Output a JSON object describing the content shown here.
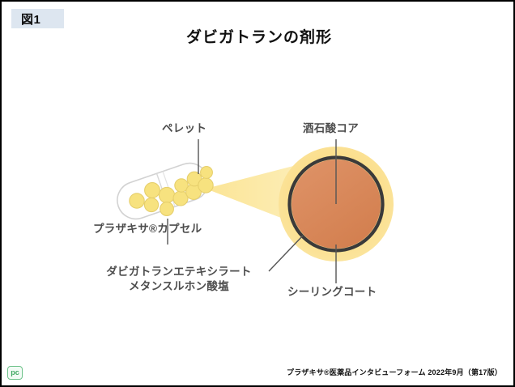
{
  "figure": {
    "badge_label": "図1",
    "title": "ダビガトランの剤形"
  },
  "labels": {
    "pellet": "ペレット",
    "capsule": "プラザキサ®カプセル",
    "dabigatran_line1": "ダビガトランエテキシラート",
    "dabigatran_line2": "メタンスルホン酸塩",
    "tartaric_core": "酒石酸コア",
    "sealing_coat": "シーリングコート"
  },
  "footer": {
    "source": "プラザキサ®医薬品インタビューフォーム  2022年9月（第17版）",
    "logo_text": "pc"
  },
  "colors": {
    "badge_background": "#dde6f0",
    "pellet_fill": "#f7e27f",
    "pellet_stroke": "#e0c95f",
    "capsule_stroke": "#d6d6d6",
    "beam_fill": "#fbe38f",
    "sphere_glow": "#fbdf8e",
    "sphere_ring": "#3a3a3a",
    "core_fill": "#d9875a",
    "leader_line": "#555555",
    "label_text": "#4d4d4d",
    "logo_green": "#3fa862"
  },
  "diagram": {
    "type": "schematic",
    "description": "ダビガトランエテキシラートカプセル製剤の断面模式図",
    "parts": [
      {
        "name": "ペレット",
        "shape": "small-sphere",
        "count_visible": 11
      },
      {
        "name": "プラザキサ®カプセル",
        "shape": "capsule-shell"
      },
      {
        "name": "酒石酸コア",
        "shape": "inner-circle"
      },
      {
        "name": "シーリングコート",
        "shape": "outer-ring"
      },
      {
        "name": "ダビガトランエテキシラート メタンスルホン酸塩",
        "shape": "outer-layer"
      }
    ]
  }
}
